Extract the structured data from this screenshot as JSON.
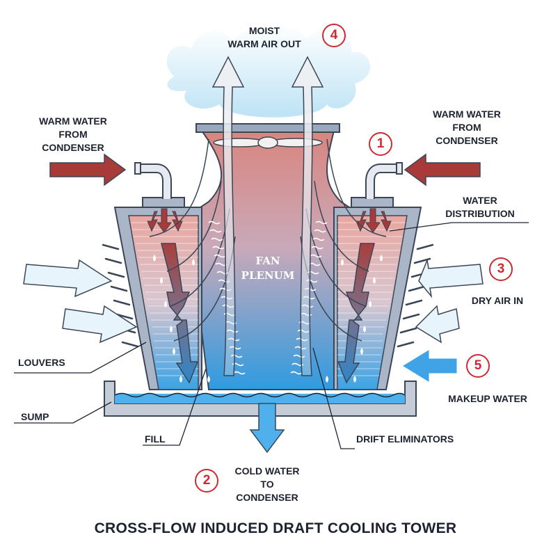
{
  "title": "CROSS-FLOW INDUCED DRAFT COOLING TOWER",
  "colors": {
    "warm": "#a83a3a",
    "cool": "#2f8fd6",
    "accent": "#d0282e",
    "outline": "#3a4656",
    "steam": "#cfe9f6"
  },
  "labels": {
    "moist_air": [
      "MOIST",
      "WARM AIR OUT"
    ],
    "warm_water_left": [
      "WARM WATER",
      "FROM",
      "CONDENSER"
    ],
    "warm_water_right": [
      "WARM WATER",
      "FROM",
      "CONDENSER"
    ],
    "water_distribution": [
      "WATER",
      "DISTRIBUTION"
    ],
    "dry_air": "DRY AIR IN",
    "makeup_water": "MAKEUP WATER",
    "louvers": "LOUVERS",
    "sump": "SUMP",
    "fill": "FILL",
    "drift_eliminators": "DRIFT ELIMINATORS",
    "cold_water": [
      "COLD WATER",
      "TO",
      "CONDENSER"
    ],
    "fan_plenum": [
      "FAN",
      "PLENUM"
    ]
  },
  "badges": [
    "4",
    "1",
    "3",
    "5",
    "2"
  ]
}
